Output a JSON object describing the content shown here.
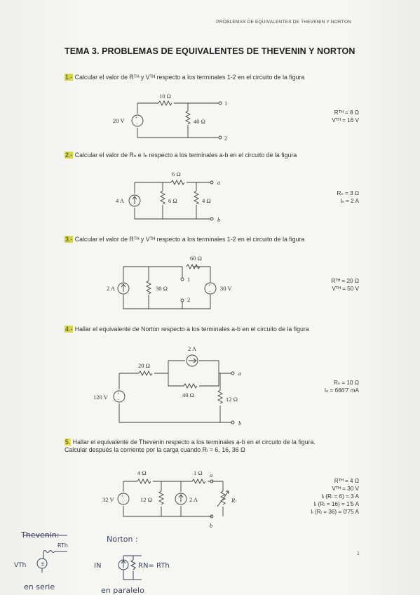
{
  "header": "PROBLEMAS DE EQUIVALENTES DE THEVENIN Y NORTON",
  "title": "TEMA 3.  PROBLEMAS DE EQUIVALENTES DE THEVENIN Y NORTON",
  "page_number": "1",
  "problems": [
    {
      "num": "1.-",
      "text": " Calcular el valor de Rᵀᴴ y Vᵀᴴ respecto a los terminales 1-2 en el circuito de la figura",
      "answers": [
        "Rᵀᴴ = 8 Ω",
        "Vᵀᴴ = 16 V"
      ],
      "labels": {
        "r1": "10 Ω",
        "r2": "40 Ω",
        "src": "20 V",
        "t1": "1",
        "t2": "2"
      }
    },
    {
      "num": "2.-",
      "text": " Calcular el valor de Rₙ e Iₙ respecto a los terminales a-b en el circuito de la figura",
      "answers": [
        "Rₙ = 3 Ω",
        "Iₙ = 2 A"
      ],
      "labels": {
        "r1": "6 Ω",
        "r2": "6 Ω",
        "r3": "4 Ω",
        "src": "4 A",
        "ta": "a",
        "tb": "b"
      }
    },
    {
      "num": "3.-",
      "text": " Calcular el valor de Rᵀᴴ y Vᵀᴴ respecto a los terminales 1-2 en el circuito de la figura",
      "answers": [
        "Rᵀᴴ = 20 Ω",
        "Vᵀᴴ = 50 V"
      ],
      "labels": {
        "r1": "60 Ω",
        "r2": "30 Ω",
        "src1": "2 A",
        "src2": "30 V",
        "t1": "1",
        "t2": "2"
      }
    },
    {
      "num": "4.-",
      "text": " Hallar el equivalente de Norton respecto a los terminales a-b en el circuito de la figura",
      "answers": [
        "Rₙ = 10 Ω",
        "Iₙ = 666'7 mA"
      ],
      "labels": {
        "r1": "20 Ω",
        "r2": "40 Ω",
        "r3": "12 Ω",
        "src1": "120 V",
        "src2": "2 A",
        "ta": "a",
        "tb": "b"
      }
    },
    {
      "num": "5.",
      "text": " Hallar el equivalente de Thevenin respecto a los terminales a-b en el circuito de la figura.",
      "text2": "Calcular después la corriente por la carga cuando Rₗ = 6, 16, 36 Ω",
      "answers": [
        "Rᵀᴴ = 4 Ω",
        "Vᵀᴴ = 30 V",
        "Iₗ (Rₗ = 6) = 3 A",
        "Iₗ (Rₗ = 16) = 1'5 A",
        "Iₗ (Rₗ = 36) = 0'75 A"
      ],
      "labels": {
        "r1": "4 Ω",
        "r2": "1 Ω",
        "r3": "12 Ω",
        "rl": "Rₗ",
        "src1": "32 V",
        "src2": "2 A",
        "ta": "a",
        "tb": "b"
      }
    }
  ],
  "handwriting": {
    "thevenin_title": "Thevenin:",
    "thevenin_rth": "RTh",
    "thevenin_vth": "VTh",
    "thevenin_note": "en serie",
    "norton_title": "Norton :",
    "norton_in": "IN",
    "norton_rn": "RN= RTh",
    "norton_note": "en paralelo"
  }
}
